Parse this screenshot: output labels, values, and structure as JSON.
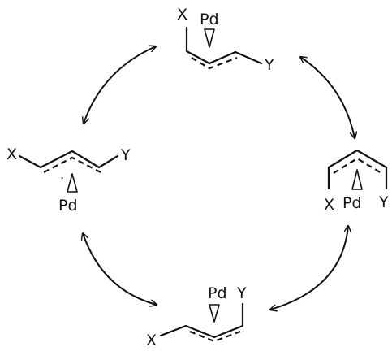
{
  "diagram": {
    "structures": {
      "top": {
        "x_label": "X",
        "metal_label": "Pd",
        "y_label": "Y"
      },
      "left": {
        "x_label": "X",
        "metal_label": "Pd",
        "y_label": "Y"
      },
      "right": {
        "x_label": "X",
        "metal_label": "Pd",
        "y_label": "Y"
      },
      "bottom": {
        "x_label": "X",
        "metal_label": "Pd",
        "y_label": "Y"
      }
    },
    "arrows": [
      {
        "from": "left",
        "to": "top",
        "type": "double-headed"
      },
      {
        "from": "top",
        "to": "right",
        "type": "double-headed"
      },
      {
        "from": "right",
        "to": "bottom",
        "type": "double-headed"
      },
      {
        "from": "bottom",
        "to": "left",
        "type": "double-headed"
      }
    ]
  }
}
